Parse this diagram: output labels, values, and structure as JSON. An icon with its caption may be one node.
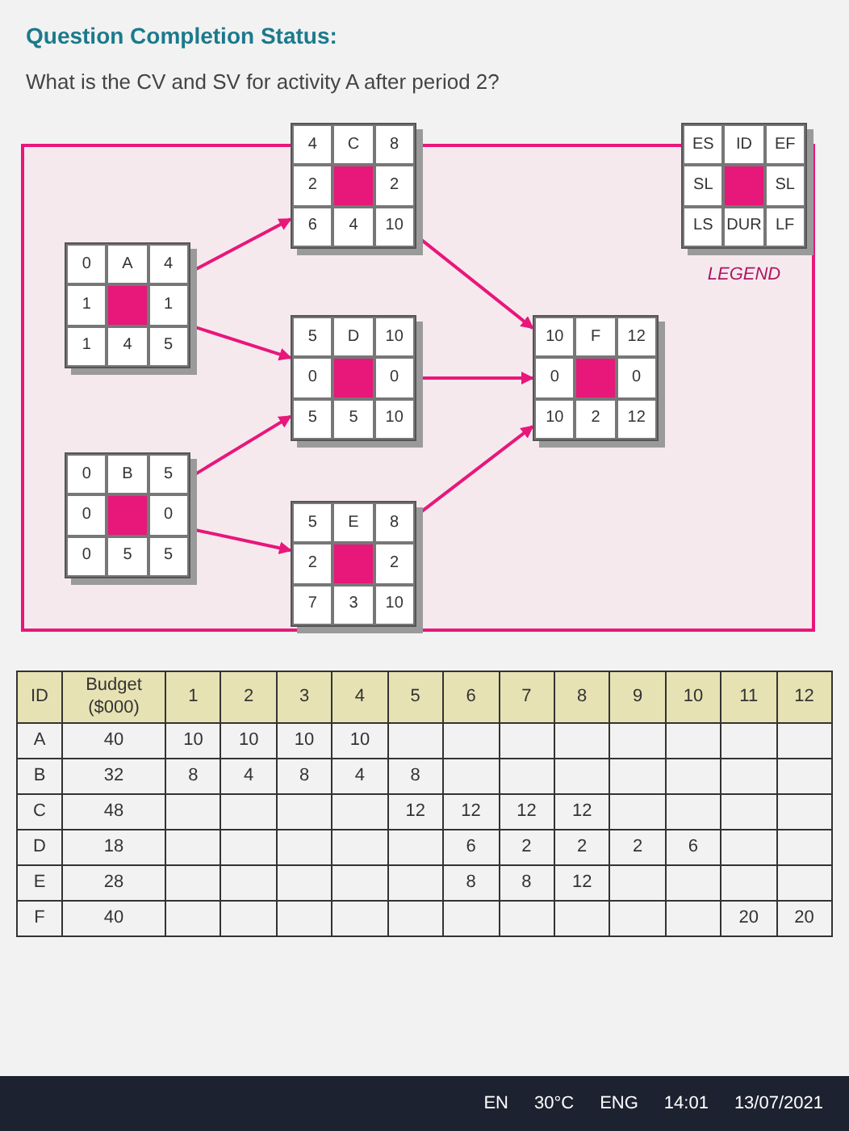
{
  "diagram": {
    "title": "Question Completion Status:",
    "nodes": [
      {
        "text": [
          "0",
          "A",
          "4",
          "1",
          "1",
          "1",
          "4",
          "5"
        ]
      },
      {
        "text": [
          "0",
          "B",
          "5",
          "0",
          "0",
          "0",
          "5",
          "5"
        ]
      },
      {
        "text": [
          "4",
          "C",
          "8",
          "2",
          "2",
          "6",
          "4",
          "10"
        ]
      },
      {
        "text": [
          "5",
          "D",
          "10",
          "0",
          "0",
          "5",
          "5",
          "10"
        ]
      },
      {
        "text": [
          "5",
          "E",
          "8",
          "2",
          "2",
          "7",
          "3",
          "10"
        ]
      },
      {
        "text": [
          "10",
          "F",
          "12",
          "0",
          "0",
          "10",
          "2",
          "12"
        ]
      },
      {
        "text": [
          "ES",
          "ID",
          "EF",
          "SL",
          "SL",
          "LS",
          "DUR",
          "LF"
        ],
        "beside": [
          "LEGEND"
        ]
      }
    ],
    "edges": [
      {
        "from": 0,
        "to": 2,
        "arrow": "to"
      },
      {
        "from": 0,
        "to": 3,
        "arrow": "to"
      },
      {
        "from": 1,
        "to": 3,
        "arrow": "to"
      },
      {
        "from": 1,
        "to": 4,
        "arrow": "to"
      },
      {
        "from": 2,
        "to": 5,
        "arrow": "to"
      },
      {
        "from": 3,
        "to": 5,
        "arrow": "to"
      },
      {
        "from": 4,
        "to": 5,
        "arrow": "to"
      }
    ],
    "labels": [
      "What is the CV and SV for activity A after period 2?",
      "ID",
      "Budget ($000)",
      "1",
      "2",
      "3",
      "4",
      "5",
      "6",
      "7",
      "8",
      "9",
      "10",
      "11",
      "12",
      "A",
      "40",
      "10",
      "10",
      "10",
      "10",
      "B",
      "32",
      "8",
      "4",
      "8",
      "4",
      "8",
      "C",
      "48",
      "12",
      "12",
      "12",
      "12",
      "D",
      "18",
      "6",
      "2",
      "2",
      "2",
      "6",
      "E",
      "28",
      "8",
      "8",
      "12",
      "F",
      "40",
      "20",
      "20",
      "EN",
      "30°C",
      "ENG",
      "14:01",
      "13/07/2021"
    ]
  }
}
